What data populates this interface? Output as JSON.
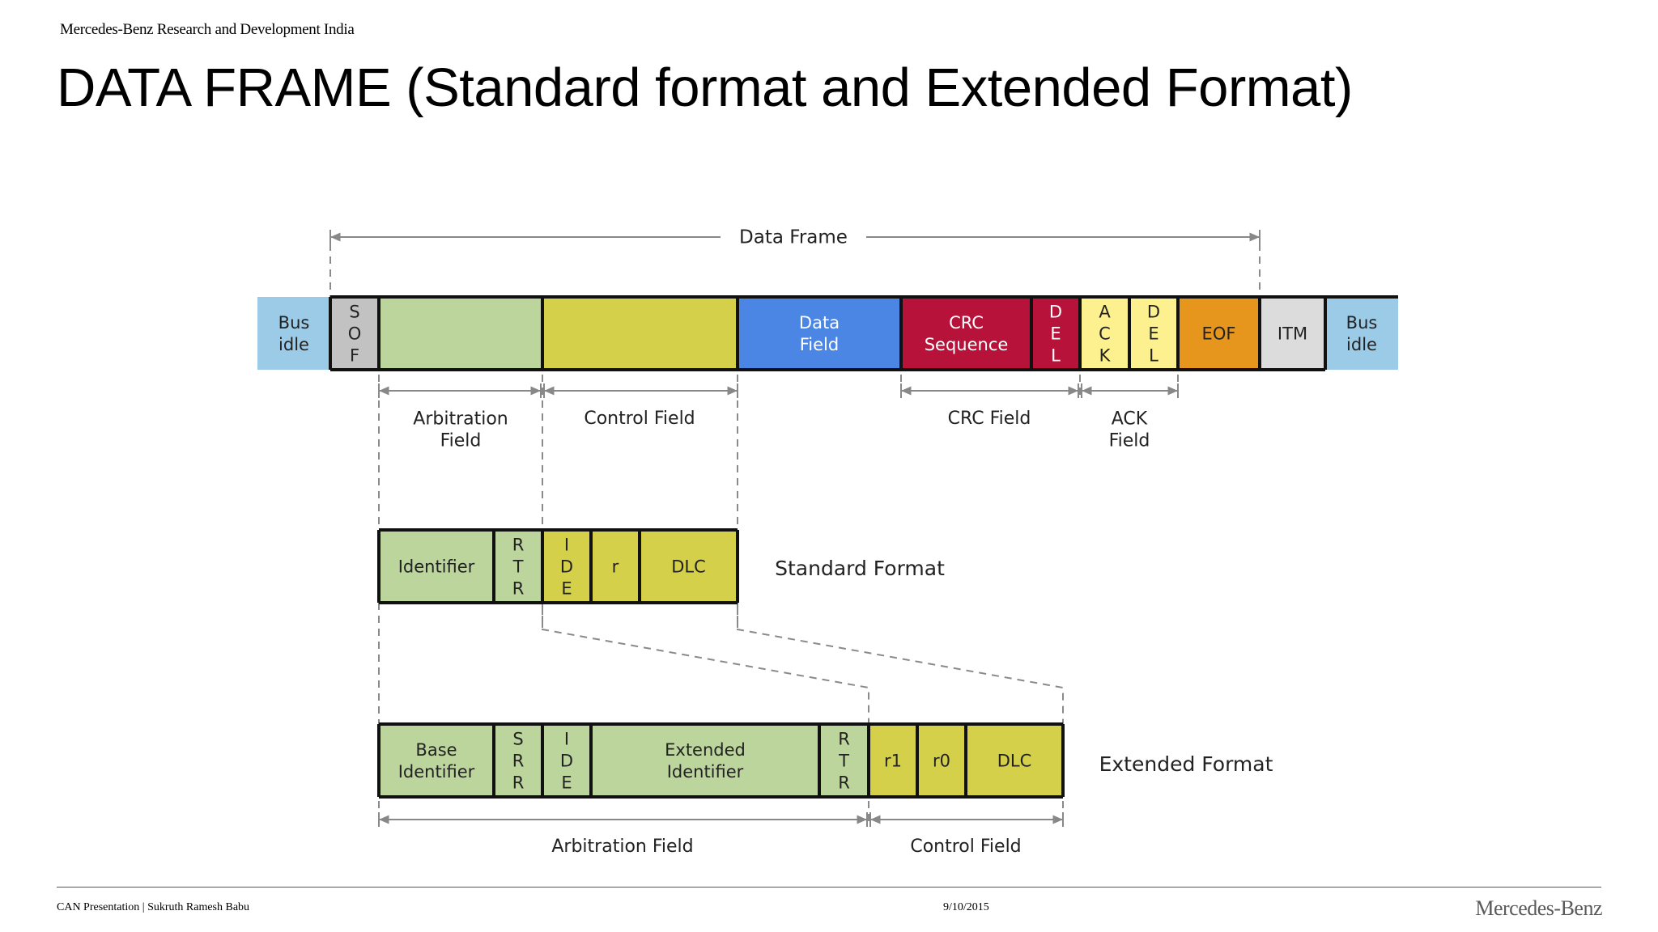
{
  "header": {
    "org": "Mercedes-Benz Research and Development India",
    "title": "DATA FRAME (Standard format and Extended Format)"
  },
  "footer": {
    "left": "CAN Presentation | Sukruth Ramesh Babu",
    "date": "9/10/2015",
    "logo": "Mercedes-Benz"
  },
  "diagram": {
    "data_frame_label": "Data Frame",
    "frame_fields": [
      {
        "label": "Bus idle",
        "color": "#9ccbe8"
      },
      {
        "label": "SOF",
        "color": "#c2c2c2",
        "vertical": true
      },
      {
        "label": "",
        "color": "#bcd59c"
      },
      {
        "label": "",
        "color": "#d4d04a"
      },
      {
        "label": "Data Field",
        "color": "#4b86e4",
        "text_color": "#ffffff"
      },
      {
        "label": "CRC Sequence",
        "color": "#b7123a",
        "text_color": "#ffffff"
      },
      {
        "label": "DEL",
        "color": "#b7123a",
        "text_color": "#ffffff",
        "vertical": true
      },
      {
        "label": "ACK",
        "color": "#fdf08e",
        "vertical": true
      },
      {
        "label": "DEL",
        "color": "#fdf08e",
        "vertical": true
      },
      {
        "label": "EOF",
        "color": "#e6961c"
      },
      {
        "label": "ITM",
        "color": "#dcdcdc"
      },
      {
        "label": "Bus idle",
        "color": "#9ccbe8"
      }
    ],
    "field_groups": [
      "Arbitration Field",
      "Control Field",
      "CRC Field",
      "ACK Field"
    ],
    "standard": {
      "label": "Standard Format",
      "fields": [
        {
          "label": "Identifier",
          "color": "#bcd59c"
        },
        {
          "label": "RTR",
          "color": "#bcd59c",
          "vertical": true
        },
        {
          "label": "IDE",
          "color": "#d4d04a",
          "vertical": true
        },
        {
          "label": "r",
          "color": "#d4d04a"
        },
        {
          "label": "DLC",
          "color": "#d4d04a"
        }
      ]
    },
    "extended": {
      "label": "Extended Format",
      "fields": [
        {
          "label": "Base Identifier",
          "color": "#bcd59c"
        },
        {
          "label": "SRR",
          "color": "#bcd59c",
          "vertical": true
        },
        {
          "label": "IDE",
          "color": "#bcd59c",
          "vertical": true
        },
        {
          "label": "Extended Identifier",
          "color": "#bcd59c"
        },
        {
          "label": "RTR",
          "color": "#bcd59c",
          "vertical": true
        },
        {
          "label": "r1",
          "color": "#d4d04a"
        },
        {
          "label": "r0",
          "color": "#d4d04a"
        },
        {
          "label": "DLC",
          "color": "#d4d04a"
        }
      ],
      "groups": [
        "Arbitration Field",
        "Control Field"
      ]
    }
  }
}
